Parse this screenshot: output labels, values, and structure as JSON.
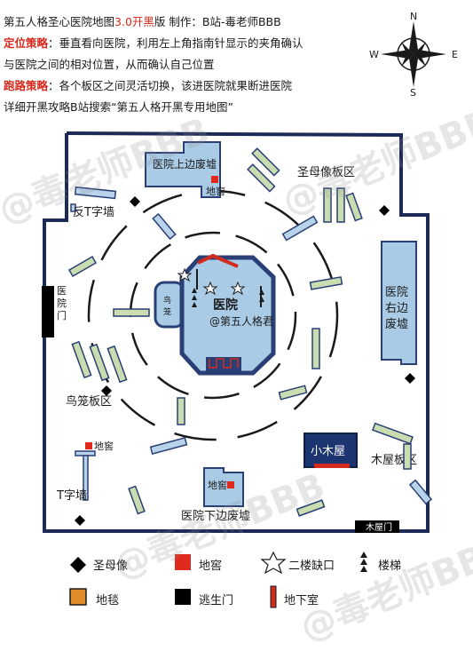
{
  "header": {
    "line1_a": "第五人格圣心医院地图",
    "line1_ver": "3.0开黑",
    "line1_b": "版  制作：B站-毒老师BBB",
    "line2_key": "定位策略",
    "line2_text": "：垂直看向医院，利用左上角指南针显示的夹角确认",
    "line3_text": "与医院之间的相对位置，从而确认自己位置",
    "line4_key": "跑路策略",
    "line4_text": "：各个板区之间灵活切换，该进医院就果断进医院",
    "line5_text": "详细开黑攻略B站搜索“第五人格开黑专用地图”"
  },
  "compass": {
    "n": "N",
    "s": "S",
    "e": "E",
    "w": "W"
  },
  "map_labels": {
    "hospital_top_ruins": "医院上边废墟",
    "cellar_top": "地窖",
    "madonna_area": "圣母像板区",
    "reverse_t_wall": "反T字墙",
    "hospital_exit_door": "医院门",
    "bird_cage": "鸟笼",
    "hospital": "医院",
    "weibo_handle": "@第五人格君",
    "hospital_right_ruins": "医院右边废墟",
    "birdcage_area": "鸟笼板区",
    "cellar_left": "地窖",
    "small_cabin": "小木屋",
    "cabin_area": "木屋板区",
    "t_wall": "T字墙",
    "cellar_bottom": "地窖",
    "hospital_bottom_ruins": "医院下边废墟",
    "cabin_door": "木屋门"
  },
  "legend": {
    "madonna": "圣母像",
    "cellar": "地窖",
    "second_floor_gap": "二楼缺口",
    "stairs": "楼梯",
    "carpet": "地毯",
    "exit_gate": "逃生门",
    "basement": "地下室"
  },
  "watermark": "@毒老师BBB",
  "colors": {
    "wall": "#1c2a55",
    "building_fill": "#a9cbe6",
    "building_stroke": "#2a3f75",
    "pallet_fill": "#c9ddb0",
    "pallet_blue": "#b9d3ea",
    "cellar": "#e02a1e",
    "carpet": "#e08a2a",
    "exit": "#000000",
    "accent_red": "#d8281c"
  }
}
